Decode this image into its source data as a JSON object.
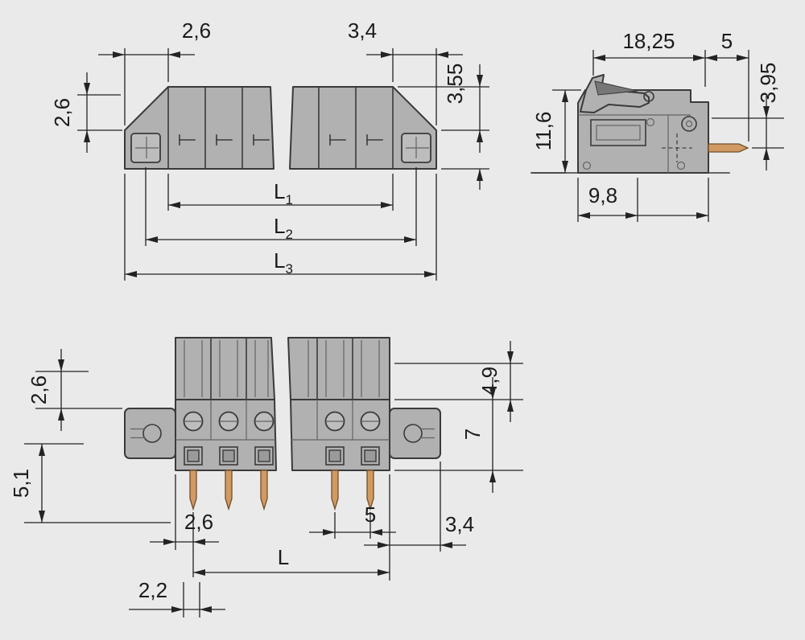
{
  "colors": {
    "background": "#eaeaea",
    "body_gray": "#b1b1b1",
    "outline": "#3a3a3a",
    "dimension": "#232323",
    "pin_copper": "#d19a62"
  },
  "front_top": {
    "dim_left_width": "2,6",
    "dim_right_width": "3,4",
    "dim_left_height": "2,6",
    "dim_right_height": "3,55",
    "dim_l1": {
      "label": "L",
      "sub": "1"
    },
    "dim_l2": {
      "label": "L",
      "sub": "2"
    },
    "dim_l3": {
      "label": "L",
      "sub": "3"
    }
  },
  "side": {
    "dim_width": "18,25",
    "dim_pin_length": "5",
    "dim_height": "11,6",
    "dim_pin_offset": "3,95",
    "dim_depth": "9,8"
  },
  "front_bottom": {
    "dim_upper_left": "2,6",
    "dim_lower_left": "5,1",
    "dim_upper_right": "4,9",
    "dim_mid_right": "7",
    "dim_edge_offset": "2,6",
    "dim_pin_pitch": "5",
    "dim_flange_width": "3,4",
    "dim_length": "L",
    "dim_pin_offset": "2,2"
  }
}
